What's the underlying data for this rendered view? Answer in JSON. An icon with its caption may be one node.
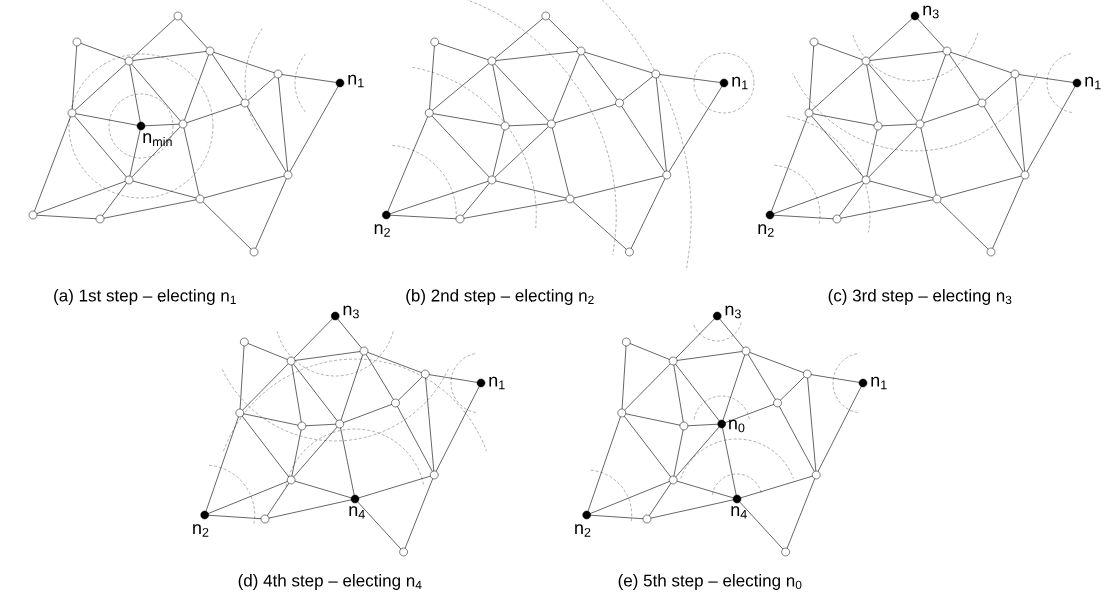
{
  "diagram": {
    "labels": [
      "n$_{1}$",
      "n$_{min}$",
      "(a) 1st step – electing n$_{1}$",
      "n$_{1}$",
      "n$_{2}$",
      "(b) 2nd step – electing n$_{2}$",
      "n$_{3}$",
      "n$_{1}$",
      "n$_{2}$",
      "(c) 3rd step – electing n$_{3}$",
      "n$_{3}$",
      "n$_{1}$",
      "n$_{2}$",
      "n$_{4}$",
      "(d) 4th step – electing n$_{4}$",
      "n$_{3}$",
      "n$_{1}$",
      "n$_{0}$",
      "n$_{2}$",
      "n$_{4}$",
      "(e) 5th step – electing n$_{0}$"
    ]
  }
}
